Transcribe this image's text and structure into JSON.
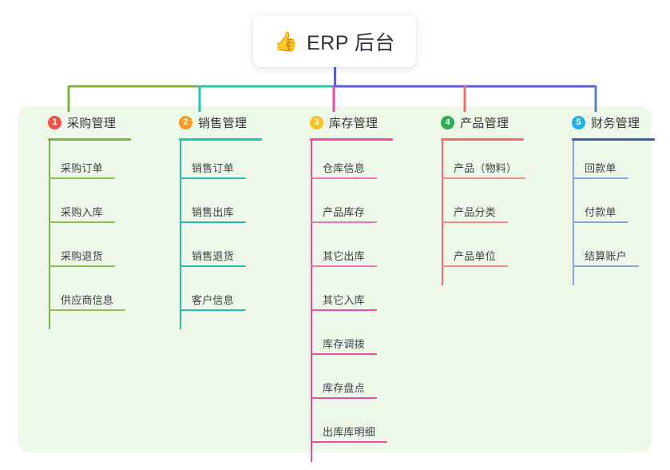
{
  "root": {
    "icon": "thumbs-up-icon",
    "emoji": "👍",
    "title": "ERP 后台"
  },
  "palette": {
    "panel_bg": "#eef8e8",
    "page_bg": "#ffffff",
    "text": "#303439",
    "wire_green": "#7cb342",
    "wire_teal": "#1abc9c",
    "wire_purple": "#5b5bd6",
    "wire_pink": "#e8449c",
    "wire_red": "#f05b5b",
    "wire_blue": "#6b8fd4"
  },
  "columns": [
    {
      "index": "1",
      "title": "采购管理",
      "badge_color": "#f0524d",
      "line_color": "#7cb342",
      "items": [
        "采购订单",
        "采购入库",
        "采购退货",
        "供应商信息"
      ]
    },
    {
      "index": "2",
      "title": "销售管理",
      "badge_color": "#f59a23",
      "line_color": "#1ec9b0",
      "items": [
        "销售订单",
        "销售出库",
        "销售退货",
        "客户信息"
      ]
    },
    {
      "index": "3",
      "title": "库存管理",
      "badge_color": "#f5c324",
      "line_color": "#ef4aa0",
      "items": [
        "仓库信息",
        "产品库存",
        "其它出库",
        "其它入库",
        "库存调拨",
        "库存盘点",
        "出库库明细"
      ]
    },
    {
      "index": "4",
      "title": "产品管理",
      "badge_color": "#2aac53",
      "line_color": "#f56b68",
      "items": [
        "产品（物料）",
        "产品分类",
        "产品单位"
      ]
    },
    {
      "index": "5",
      "title": "财务管理",
      "badge_color": "#23b0e8",
      "line_color": "#5b7fc7",
      "items": [
        "回款单",
        "付款单",
        "结算账户"
      ]
    }
  ]
}
